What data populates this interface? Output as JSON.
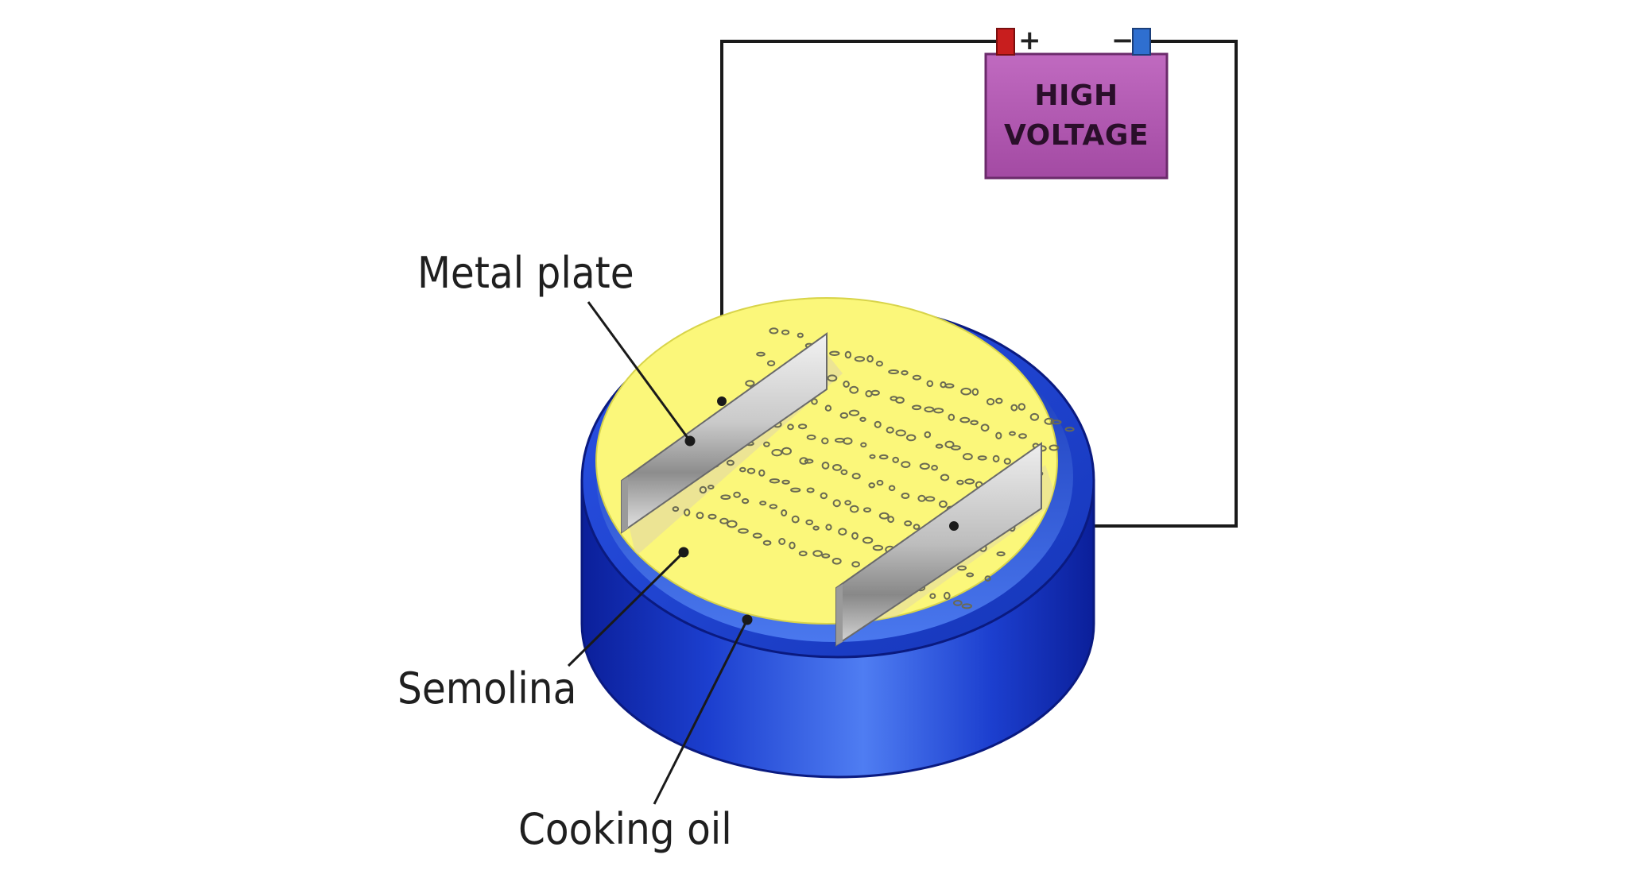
{
  "battery": {
    "line1": "HIGH",
    "line2": "VOLTAGE",
    "plus": "+",
    "minus": "−"
  },
  "labels": {
    "metal_plate": "Metal plate",
    "semolina": "Semolina",
    "cooking_oil": "Cooking oil"
  },
  "colors": {
    "dish_blue": "#1f3fd0",
    "oil_yellow": "#fbf77a",
    "battery_purple": "#b55cb5",
    "positive_terminal": "#c81e1e",
    "negative_terminal": "#2f6fd0",
    "wire": "#1a1a1a"
  }
}
